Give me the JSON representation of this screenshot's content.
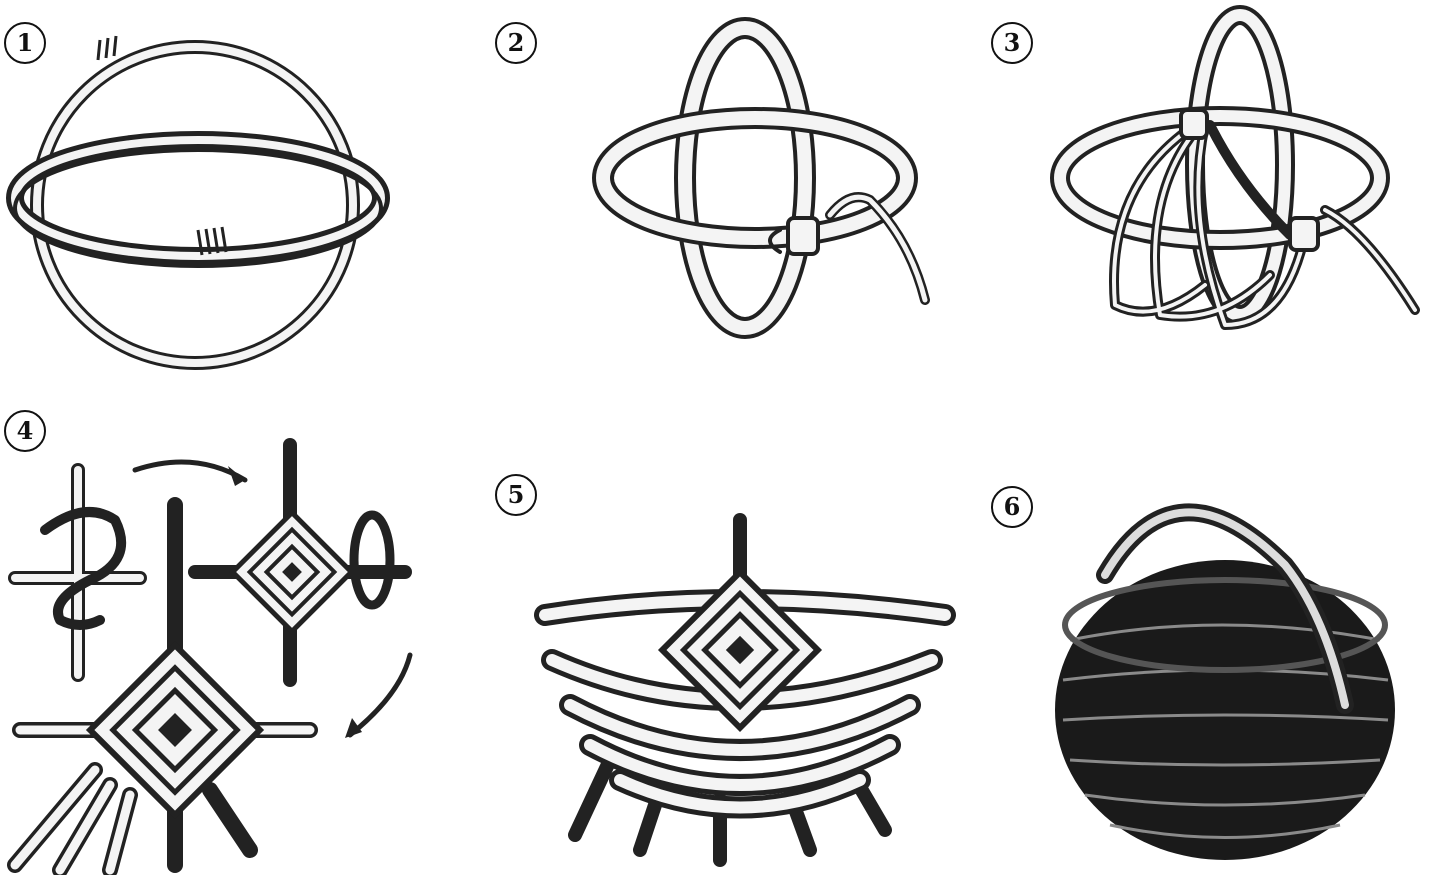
{
  "steps": [
    {
      "number": "1",
      "icon": "two-hoops-icon"
    },
    {
      "number": "2",
      "icon": "hoop-binding-icon"
    },
    {
      "number": "3",
      "icon": "ribs-inserted-icon"
    },
    {
      "number": "4",
      "icon": "gods-eye-wrap-icon"
    },
    {
      "number": "5",
      "icon": "weaving-rows-icon"
    },
    {
      "number": "6",
      "icon": "finished-basket-icon"
    }
  ],
  "colors": {
    "ink": "#222222",
    "fill": "#f4f4f4",
    "dark": "#1a1a1a"
  }
}
